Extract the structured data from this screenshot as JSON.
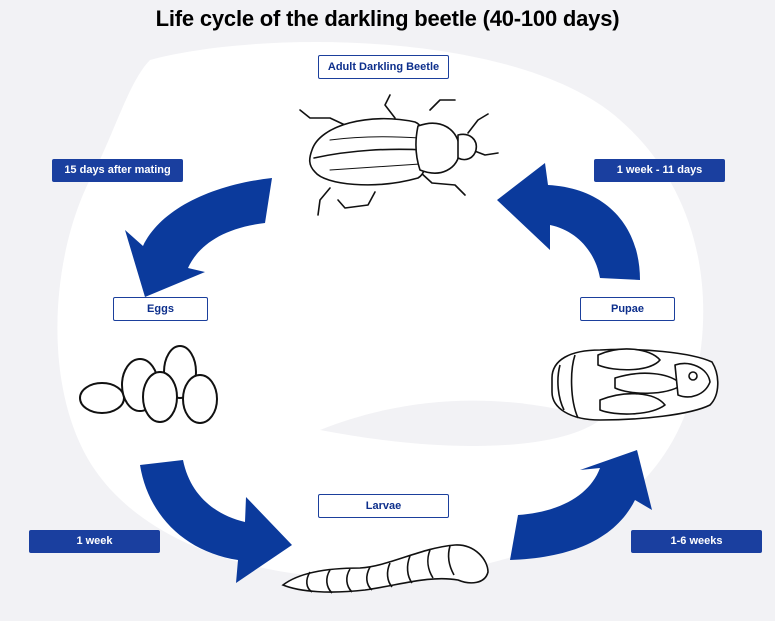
{
  "title": "Life cycle of the darkling beetle (40-100 days)",
  "colors": {
    "primary_blue": "#1a3f9f",
    "arrow_blue": "#0b3a9c",
    "label_text": "#0d2f8c",
    "background_tint": "#f2f2f5"
  },
  "stages": {
    "adult": "Adult Darkling Beetle",
    "eggs": "Eggs",
    "larvae": "Larvae",
    "pupae": "Pupae"
  },
  "durations": {
    "adult_to_eggs": "15 days after mating",
    "eggs_to_larvae": "1 week",
    "larvae_to_pupae": "1-6 weeks",
    "pupae_to_adult": "1 week - 11 days"
  },
  "icons": [
    "beetle-illustration",
    "eggs-illustration",
    "larva-illustration",
    "pupa-illustration",
    "cycle-arrow"
  ]
}
